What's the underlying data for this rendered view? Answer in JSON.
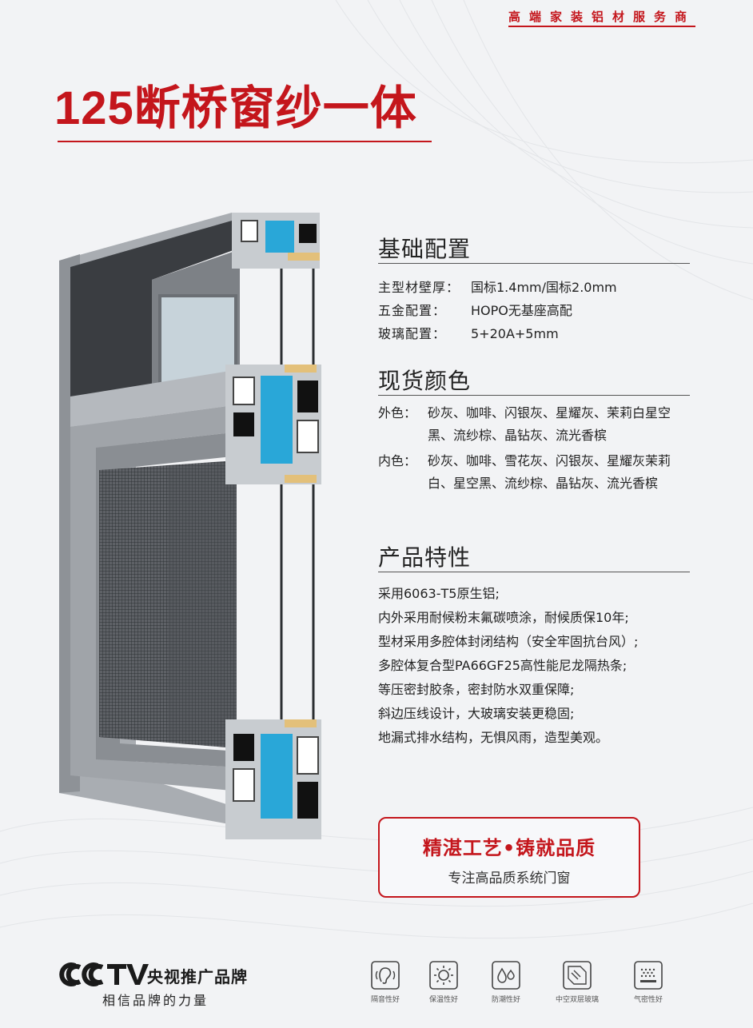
{
  "header": {
    "tagline": "高端家装铝材服务商",
    "title": "125断桥窗纱一体"
  },
  "colors": {
    "brand_red": "#c4161c",
    "profile_gray": "#a9adb2",
    "gasket_blue": "#29a7d8",
    "background": "#f2f3f5"
  },
  "basic_config": {
    "heading": "基础配置",
    "rows": [
      {
        "label": "主型材壁厚：",
        "value": "国标1.4mm/国标2.0mm"
      },
      {
        "label": "五金配置：",
        "value": "HOPO无基座高配"
      },
      {
        "label": "玻璃配置：",
        "value": "5+20A+5mm"
      }
    ]
  },
  "stock_colors": {
    "heading": "现货颜色",
    "exterior": {
      "label": "外色：",
      "value": "砂灰、咖啡、闪银灰、星耀灰、茉莉白星空黑、流纱棕、晶钻灰、流光香槟"
    },
    "interior": {
      "label": "内色：",
      "value": "砂灰、咖啡、雪花灰、闪银灰、星耀灰茉莉白、星空黑、流纱棕、晶钻灰、流光香槟"
    }
  },
  "features": {
    "heading": "产品特性",
    "items": [
      "采用6063-T5原生铝;",
      "内外采用耐候粉末氟碳喷涂，耐候质保10年;",
      "型材采用多腔体封闭结构（安全牢固抗台风）;",
      "多腔体复合型PA66GF25高性能尼龙隔热条;",
      "等压密封胶条，密封防水双重保障;",
      "斜边压线设计，大玻璃安装更稳固;",
      "地漏式排水结构，无惧风雨，造型美观。"
    ]
  },
  "quality": {
    "title": "精湛工艺•铸就品质",
    "subtitle": "专注高品质系统门窗"
  },
  "footer": {
    "logo_text": "CCTV",
    "brand": "央视推广品牌",
    "slogan": "相信品牌的力量",
    "badges": [
      {
        "icon": "ear-icon",
        "label": "隔音性好"
      },
      {
        "icon": "sun-icon",
        "label": "保温性好"
      },
      {
        "icon": "droplet-icon",
        "label": "防潮性好"
      },
      {
        "icon": "glass-pane-icon",
        "label": "中空双层玻璃"
      },
      {
        "icon": "airtight-icon",
        "label": "气密性好"
      }
    ]
  }
}
